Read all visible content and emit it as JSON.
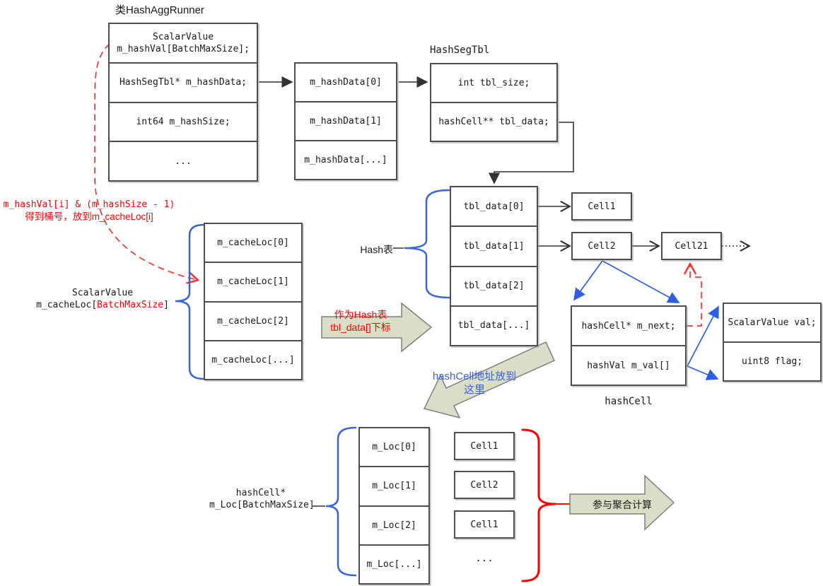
{
  "diagram_title": "类HashAggRunner",
  "colors": {
    "accent_red": "#ff0000",
    "accent_blue": "#3a63d6",
    "block_arrow_fill": "#dbdec6",
    "block_arrow_border": "#7f7f7f",
    "box_border": "#4d4d4d"
  },
  "structs": {
    "hash_agg_runner": {
      "rows": [
        "ScalarValue\nm_hashVal[BatchMaxSize];",
        "HashSegTbl* m_hashData;",
        "int64 m_hashSize;",
        "..."
      ]
    },
    "hash_data_array": {
      "rows": [
        "m_hashData[0]",
        "m_hashData[1]",
        "m_hashData[...]"
      ]
    },
    "hash_seg_tbl": {
      "title": "HashSegTbl",
      "rows": [
        "int tbl_size;",
        "hashCell** tbl_data;"
      ]
    },
    "tbl_data_array": {
      "rows": [
        "tbl_data[0]",
        "tbl_data[1]",
        "tbl_data[2]",
        "tbl_data[...]"
      ]
    },
    "cache_loc_array": {
      "rows": [
        "m_cacheLoc[0]",
        "m_cacheLoc[1]",
        "m_cacheLoc[2]",
        "m_cacheLoc[...]"
      ]
    },
    "hash_cell": {
      "rows": [
        "hashCell* m_next;",
        "hashVal m_val[]"
      ],
      "caption": "hashCell"
    },
    "val_flag": {
      "rows": [
        "ScalarValue val;",
        "uint8 flag;"
      ]
    },
    "m_loc_array": {
      "rows": [
        "m_Loc[0]",
        "m_Loc[1]",
        "m_Loc[2]",
        "m_Loc[...]"
      ]
    }
  },
  "cells": {
    "top_cell1": "Cell1",
    "top_cell2": "Cell2",
    "top_cell21": "Cell21",
    "bottom_cell1": "Cell1",
    "bottom_cell2": "Cell2",
    "bottom_cell3": "Cell1",
    "bottom_ellipsis": "..."
  },
  "labels": {
    "hash_table": "Hash表",
    "cache_loc": {
      "line1": "ScalarValue",
      "line2_prefix": "m_cacheLoc[",
      "line2_highlight": "BatchMaxSize",
      "line2_suffix": "]"
    },
    "m_loc": {
      "line1": "hashCell*",
      "line2": "m_Loc[BatchMaxSize]"
    }
  },
  "annotations": {
    "bucket_formula": {
      "line1": "m_hashVal[i] & (m_hashSize - 1)",
      "line2": "得到桶号，放到m_cacheLoc[i]"
    },
    "as_index": {
      "line1": "作为Hash表",
      "line2": "tbl_data[]下标"
    },
    "addr_note": {
      "line1": "hashCell地址放到",
      "line2": "这里"
    },
    "aggregate": "参与聚合计算"
  }
}
